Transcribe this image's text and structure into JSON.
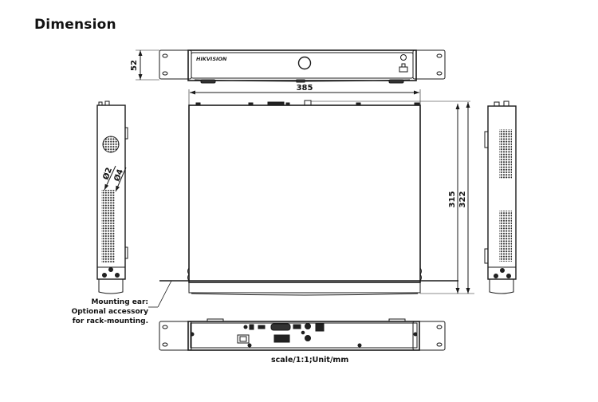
{
  "title": "Dimension",
  "brand_logo_text": "HIKVISION",
  "dimensions": {
    "height": "52",
    "width": "385",
    "depth_inner": "315",
    "depth_outer": "322",
    "vent_hole_small": "Ø2",
    "vent_hole_large": "Ø4"
  },
  "annotation": {
    "line1": "Mounting ear:",
    "line2": "Optional accessory",
    "line3": "for rack-mounting."
  },
  "scale_note": "scale/1:1;Unit/mm",
  "views": [
    "front-view",
    "top-view",
    "left-side-view",
    "right-side-view",
    "rear-view"
  ],
  "colors": {
    "line": "#1a1a1a",
    "background": "#ffffff"
  }
}
